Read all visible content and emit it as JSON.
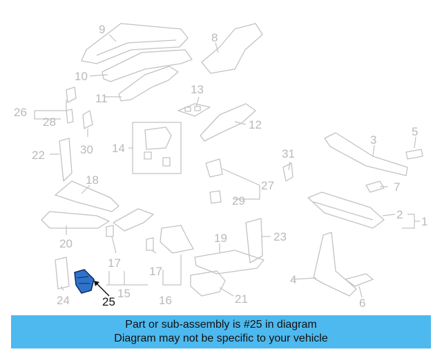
{
  "banner": {
    "line1": "Part or sub-assembly is #25 in diagram",
    "line2": "Diagram may not be specific to your vehicle"
  },
  "callouts": [
    "1",
    "2",
    "3",
    "4",
    "5",
    "6",
    "7",
    "8",
    "9",
    "10",
    "11",
    "12",
    "13",
    "14",
    "15",
    "16",
    "17",
    "17",
    "18",
    "19",
    "20",
    "21",
    "22",
    "23",
    "24",
    "25",
    "26",
    "27",
    "28",
    "29",
    "30",
    "31"
  ],
  "highlight": "25",
  "colors": {
    "banner": "#4db9ee",
    "highlight_part": "#2f73c8",
    "line_art": "#c2c2c2"
  }
}
